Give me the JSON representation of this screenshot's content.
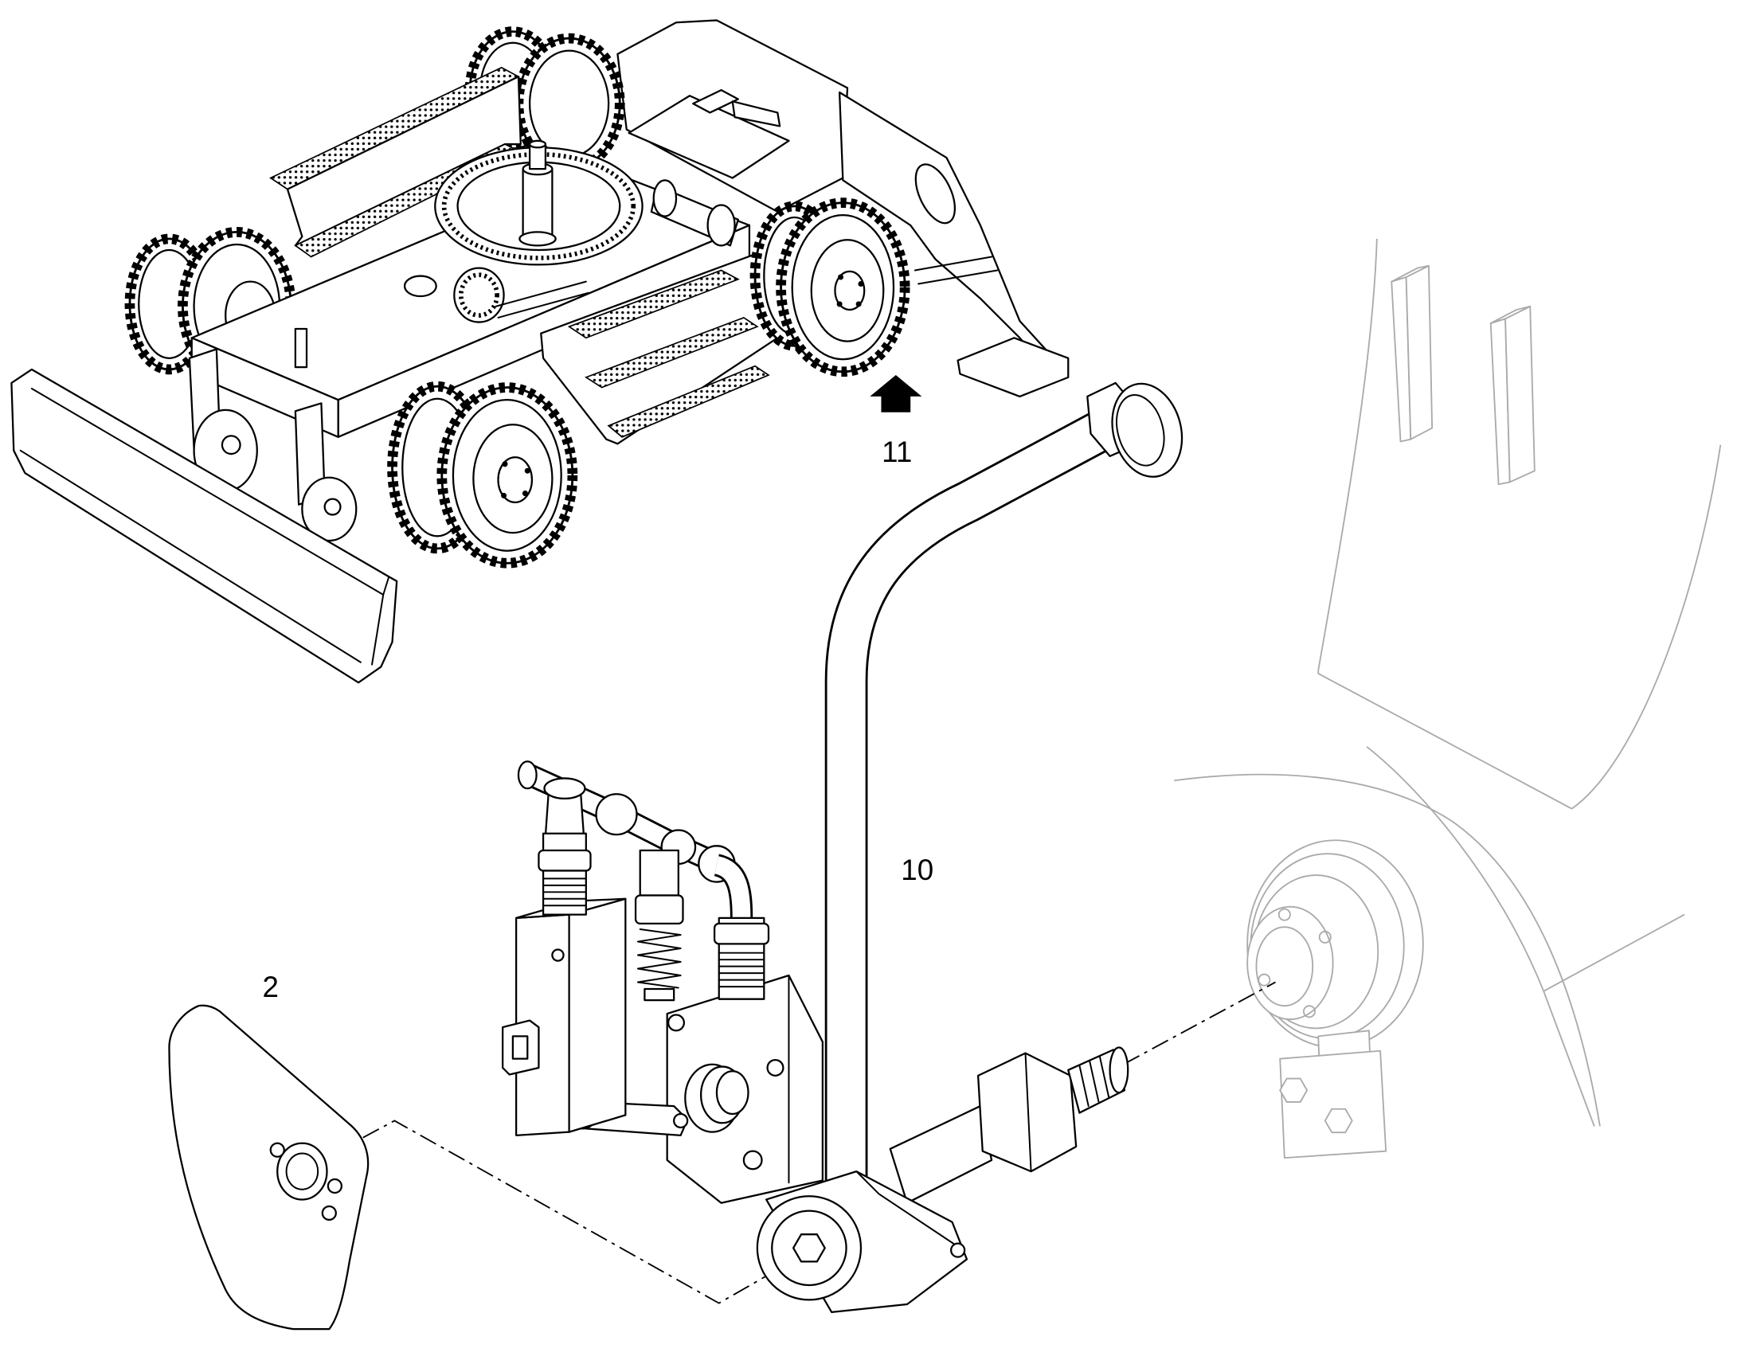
{
  "colors": {
    "line": "#000000",
    "faded": "#aaaaaa",
    "background": "#ffffff"
  },
  "icons": {
    "direction_arrow": "up-arrow-icon"
  },
  "callouts": {
    "part_11": "11",
    "part_10": "10",
    "part_2": "2"
  }
}
